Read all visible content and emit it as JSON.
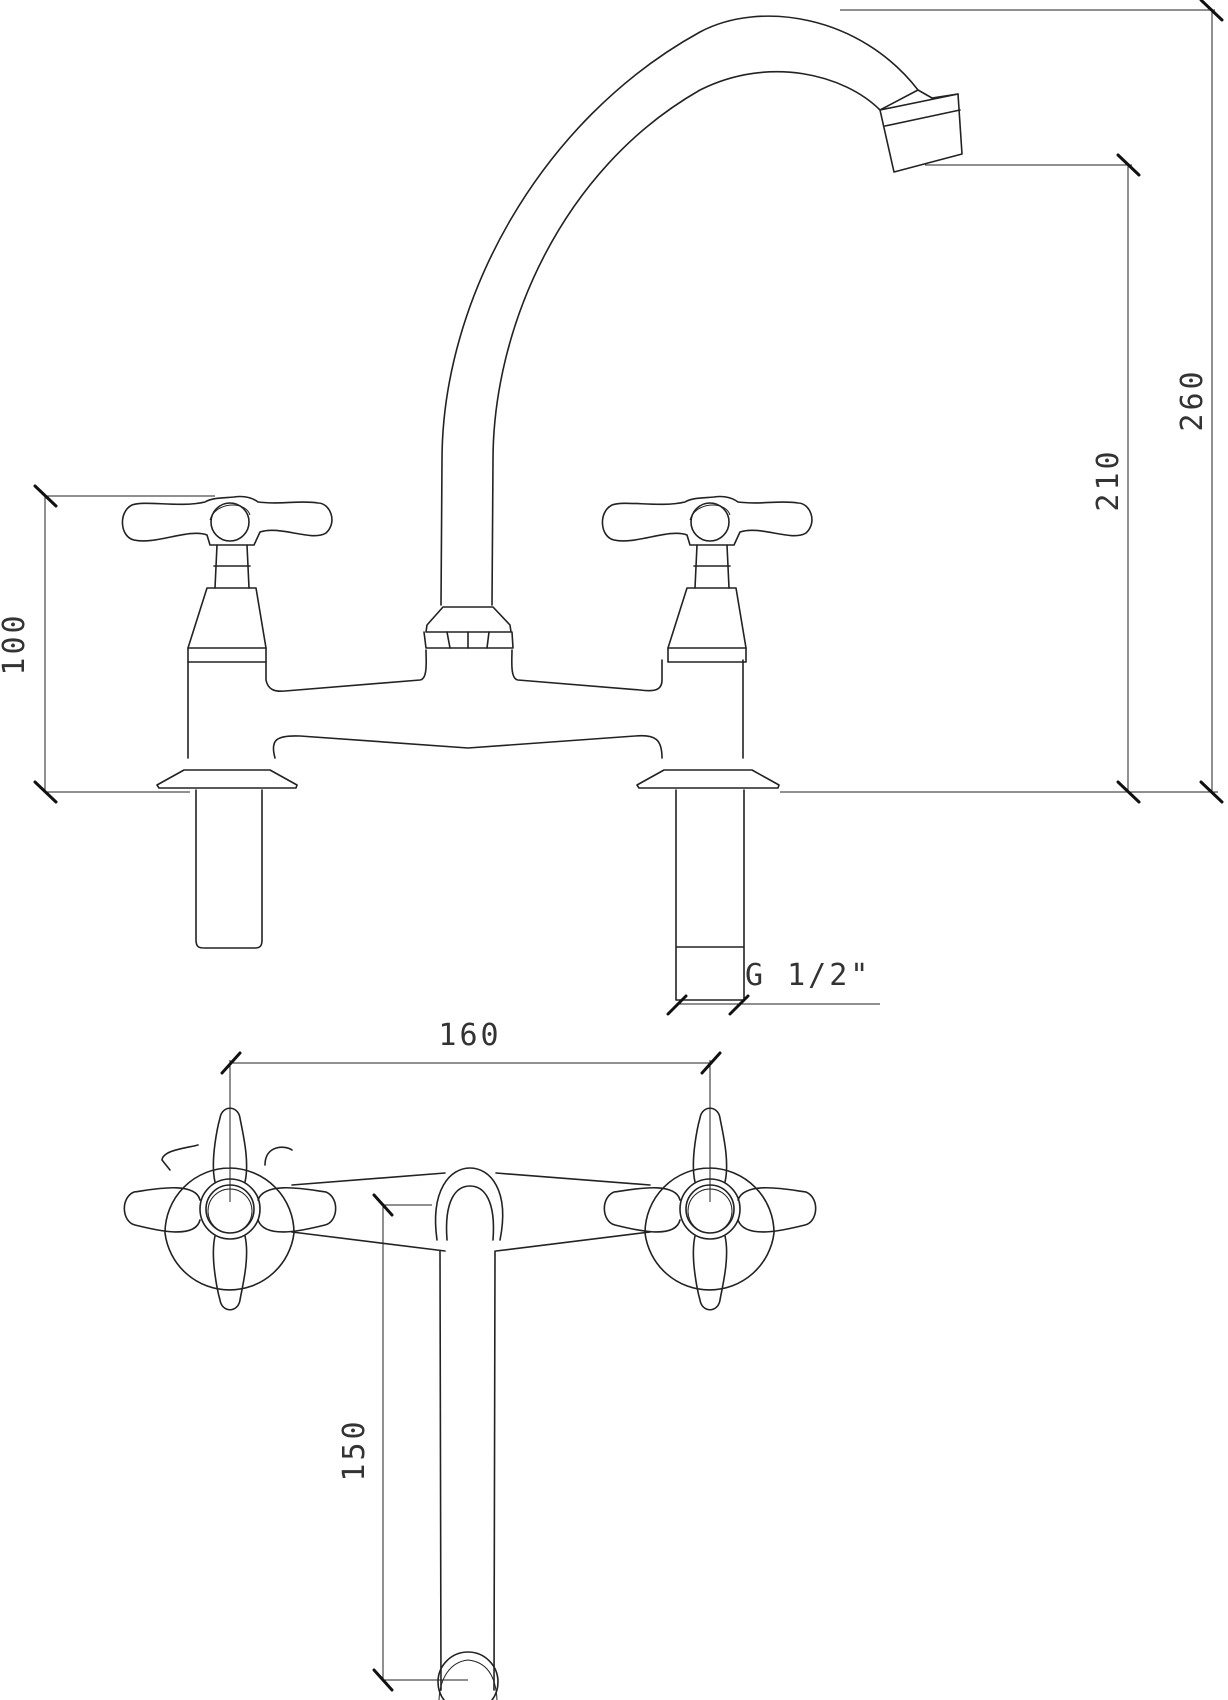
{
  "dimensions": {
    "height_total": "260",
    "height_spout": "210",
    "height_body": "100",
    "thread": "G 1/2\"",
    "width_centers": "160",
    "reach": "150"
  }
}
